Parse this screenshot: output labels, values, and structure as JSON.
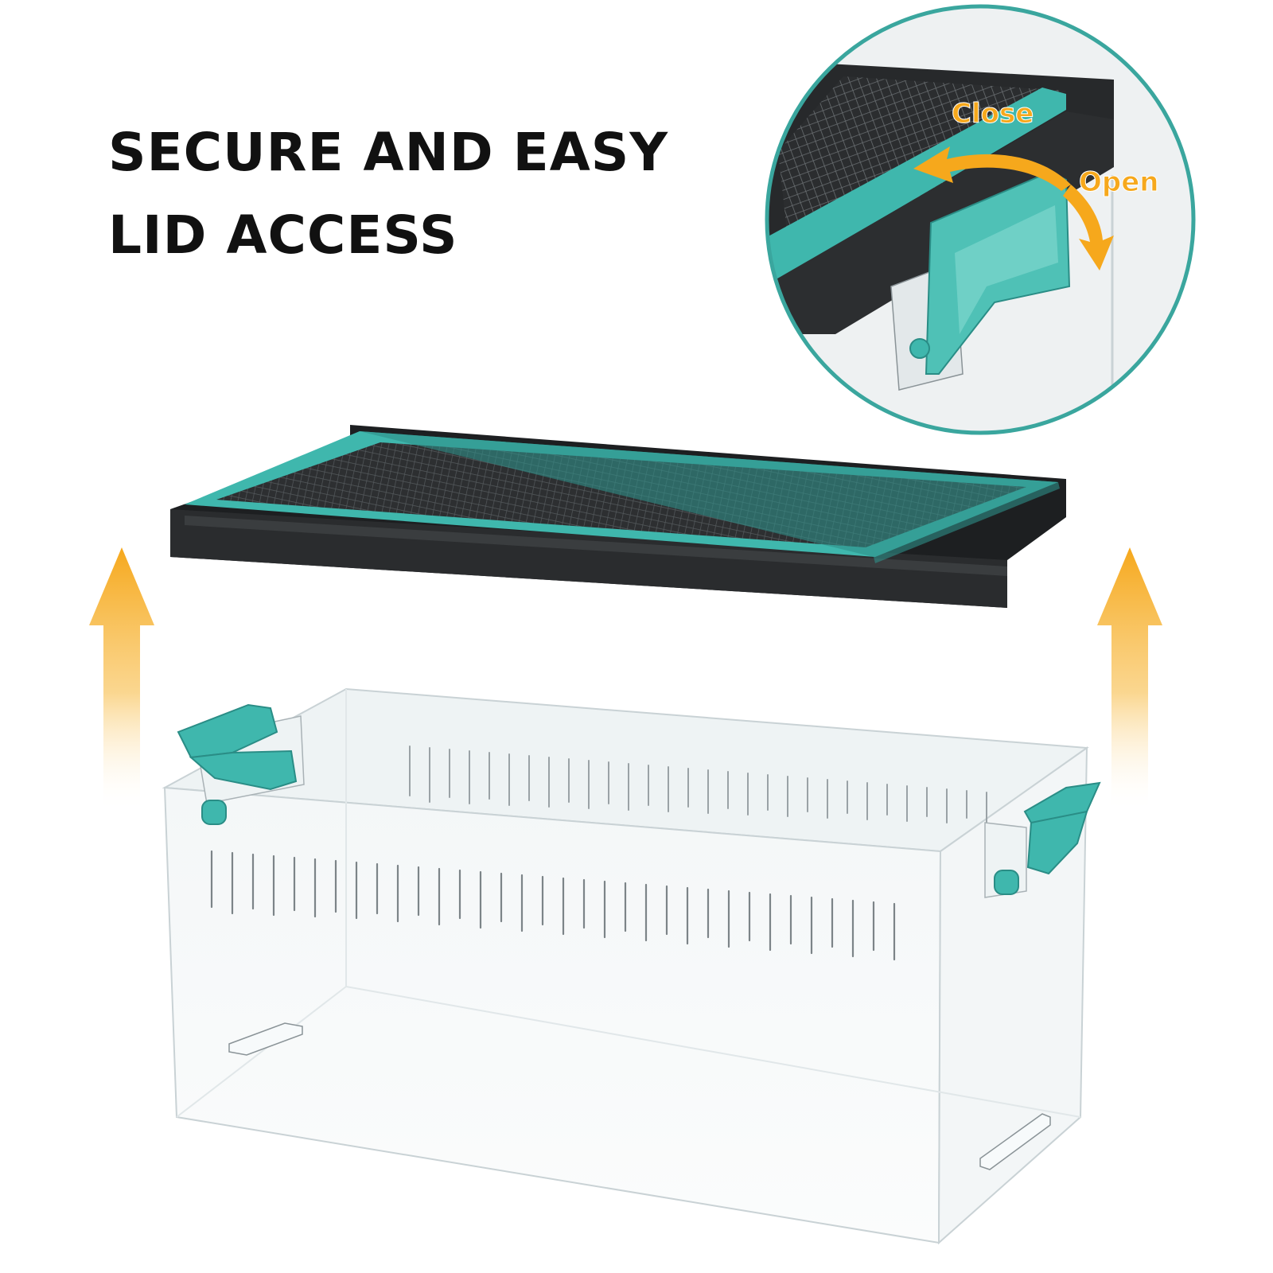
{
  "headline": {
    "line1": "SECURE AND EASY",
    "line2": "LID ACCESS"
  },
  "callout": {
    "close_label": "Close",
    "open_label": "Open"
  },
  "colors": {
    "accent_teal": "#3fb7ad",
    "arrow_orange": "#f6a81c",
    "lid_black": "#222426",
    "circle_border": "#3aa69e"
  },
  "icons": [
    "lift-arrow-icon",
    "rotate-arrow-icon"
  ]
}
